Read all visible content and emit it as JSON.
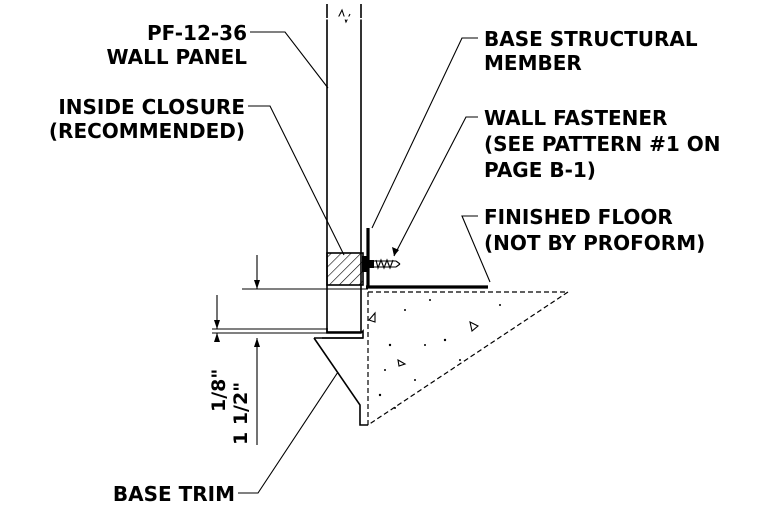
{
  "labels": {
    "wall_panel_1": "PF-12-36",
    "wall_panel_2": "WALL PANEL",
    "inside_closure_1": "INSIDE CLOSURE",
    "inside_closure_2": "(RECOMMENDED)",
    "base_structural_1": "BASE STRUCTURAL",
    "base_structural_2": "MEMBER",
    "wall_fastener_1": "WALL FASTENER",
    "wall_fastener_2": "(SEE PATTERN #1 ON",
    "wall_fastener_3": "PAGE B-1)",
    "finished_floor_1": "FINISHED FLOOR",
    "finished_floor_2": "(NOT BY PROFORM)",
    "base_trim": "BASE TRIM"
  },
  "dimensions": {
    "eighth": "1/8\"",
    "one_half": "1 1/2\""
  }
}
